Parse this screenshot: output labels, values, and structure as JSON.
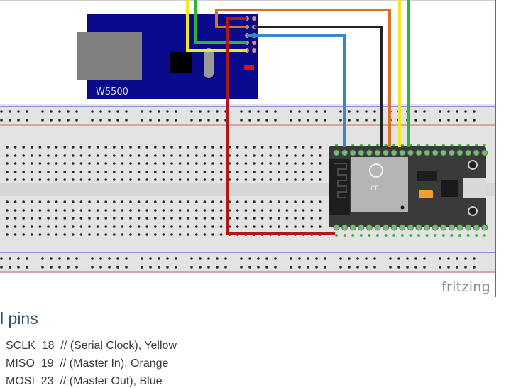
{
  "diagram": {
    "app_watermark": "fritzing",
    "module_label": "W5500",
    "wire_colors": {
      "yellow": "#f0e62a",
      "green": "#2fb43a",
      "orange": "#d6722a",
      "black": "#222222",
      "blue": "#3d86c6",
      "red": "#b01818"
    },
    "module_color": "#0a0a8c",
    "board_color": "#3a3a3a"
  },
  "document": {
    "heading": "l pins",
    "pins": [
      {
        "name": "SCLK",
        "number": "18",
        "comment": "// (Serial Clock), Yellow"
      },
      {
        "name": "MISO",
        "number": "19",
        "comment": "// (Master In), Orange"
      },
      {
        "name": "MOSI",
        "number": "23",
        "comment": "// (Master Out), Blue"
      }
    ]
  }
}
